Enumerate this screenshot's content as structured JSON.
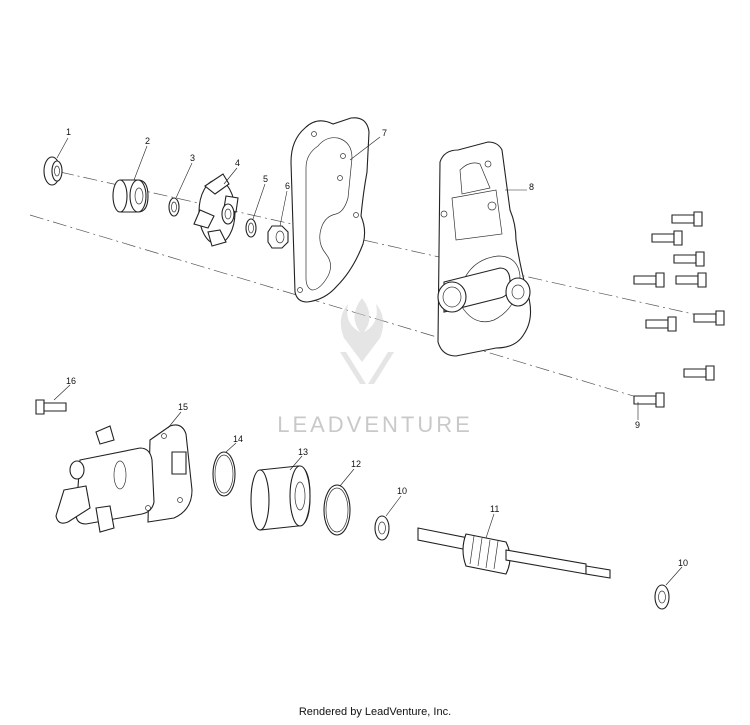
{
  "watermark": {
    "brand": "LEADVENTURE"
  },
  "footer": {
    "text": "Rendered by LeadVenture, Inc."
  },
  "callouts": [
    {
      "id": "c1",
      "label": "1"
    },
    {
      "id": "c2",
      "label": "2"
    },
    {
      "id": "c3",
      "label": "3"
    },
    {
      "id": "c4",
      "label": "4"
    },
    {
      "id": "c5",
      "label": "5"
    },
    {
      "id": "c6",
      "label": "6"
    },
    {
      "id": "c7",
      "label": "7"
    },
    {
      "id": "c8",
      "label": "8"
    },
    {
      "id": "c9",
      "label": "9"
    },
    {
      "id": "c10a",
      "label": "10"
    },
    {
      "id": "c10b",
      "label": "10"
    },
    {
      "id": "c11",
      "label": "11"
    },
    {
      "id": "c12",
      "label": "12"
    },
    {
      "id": "c13",
      "label": "13"
    },
    {
      "id": "c14",
      "label": "14"
    },
    {
      "id": "c15",
      "label": "15"
    },
    {
      "id": "c16",
      "label": "16"
    }
  ]
}
